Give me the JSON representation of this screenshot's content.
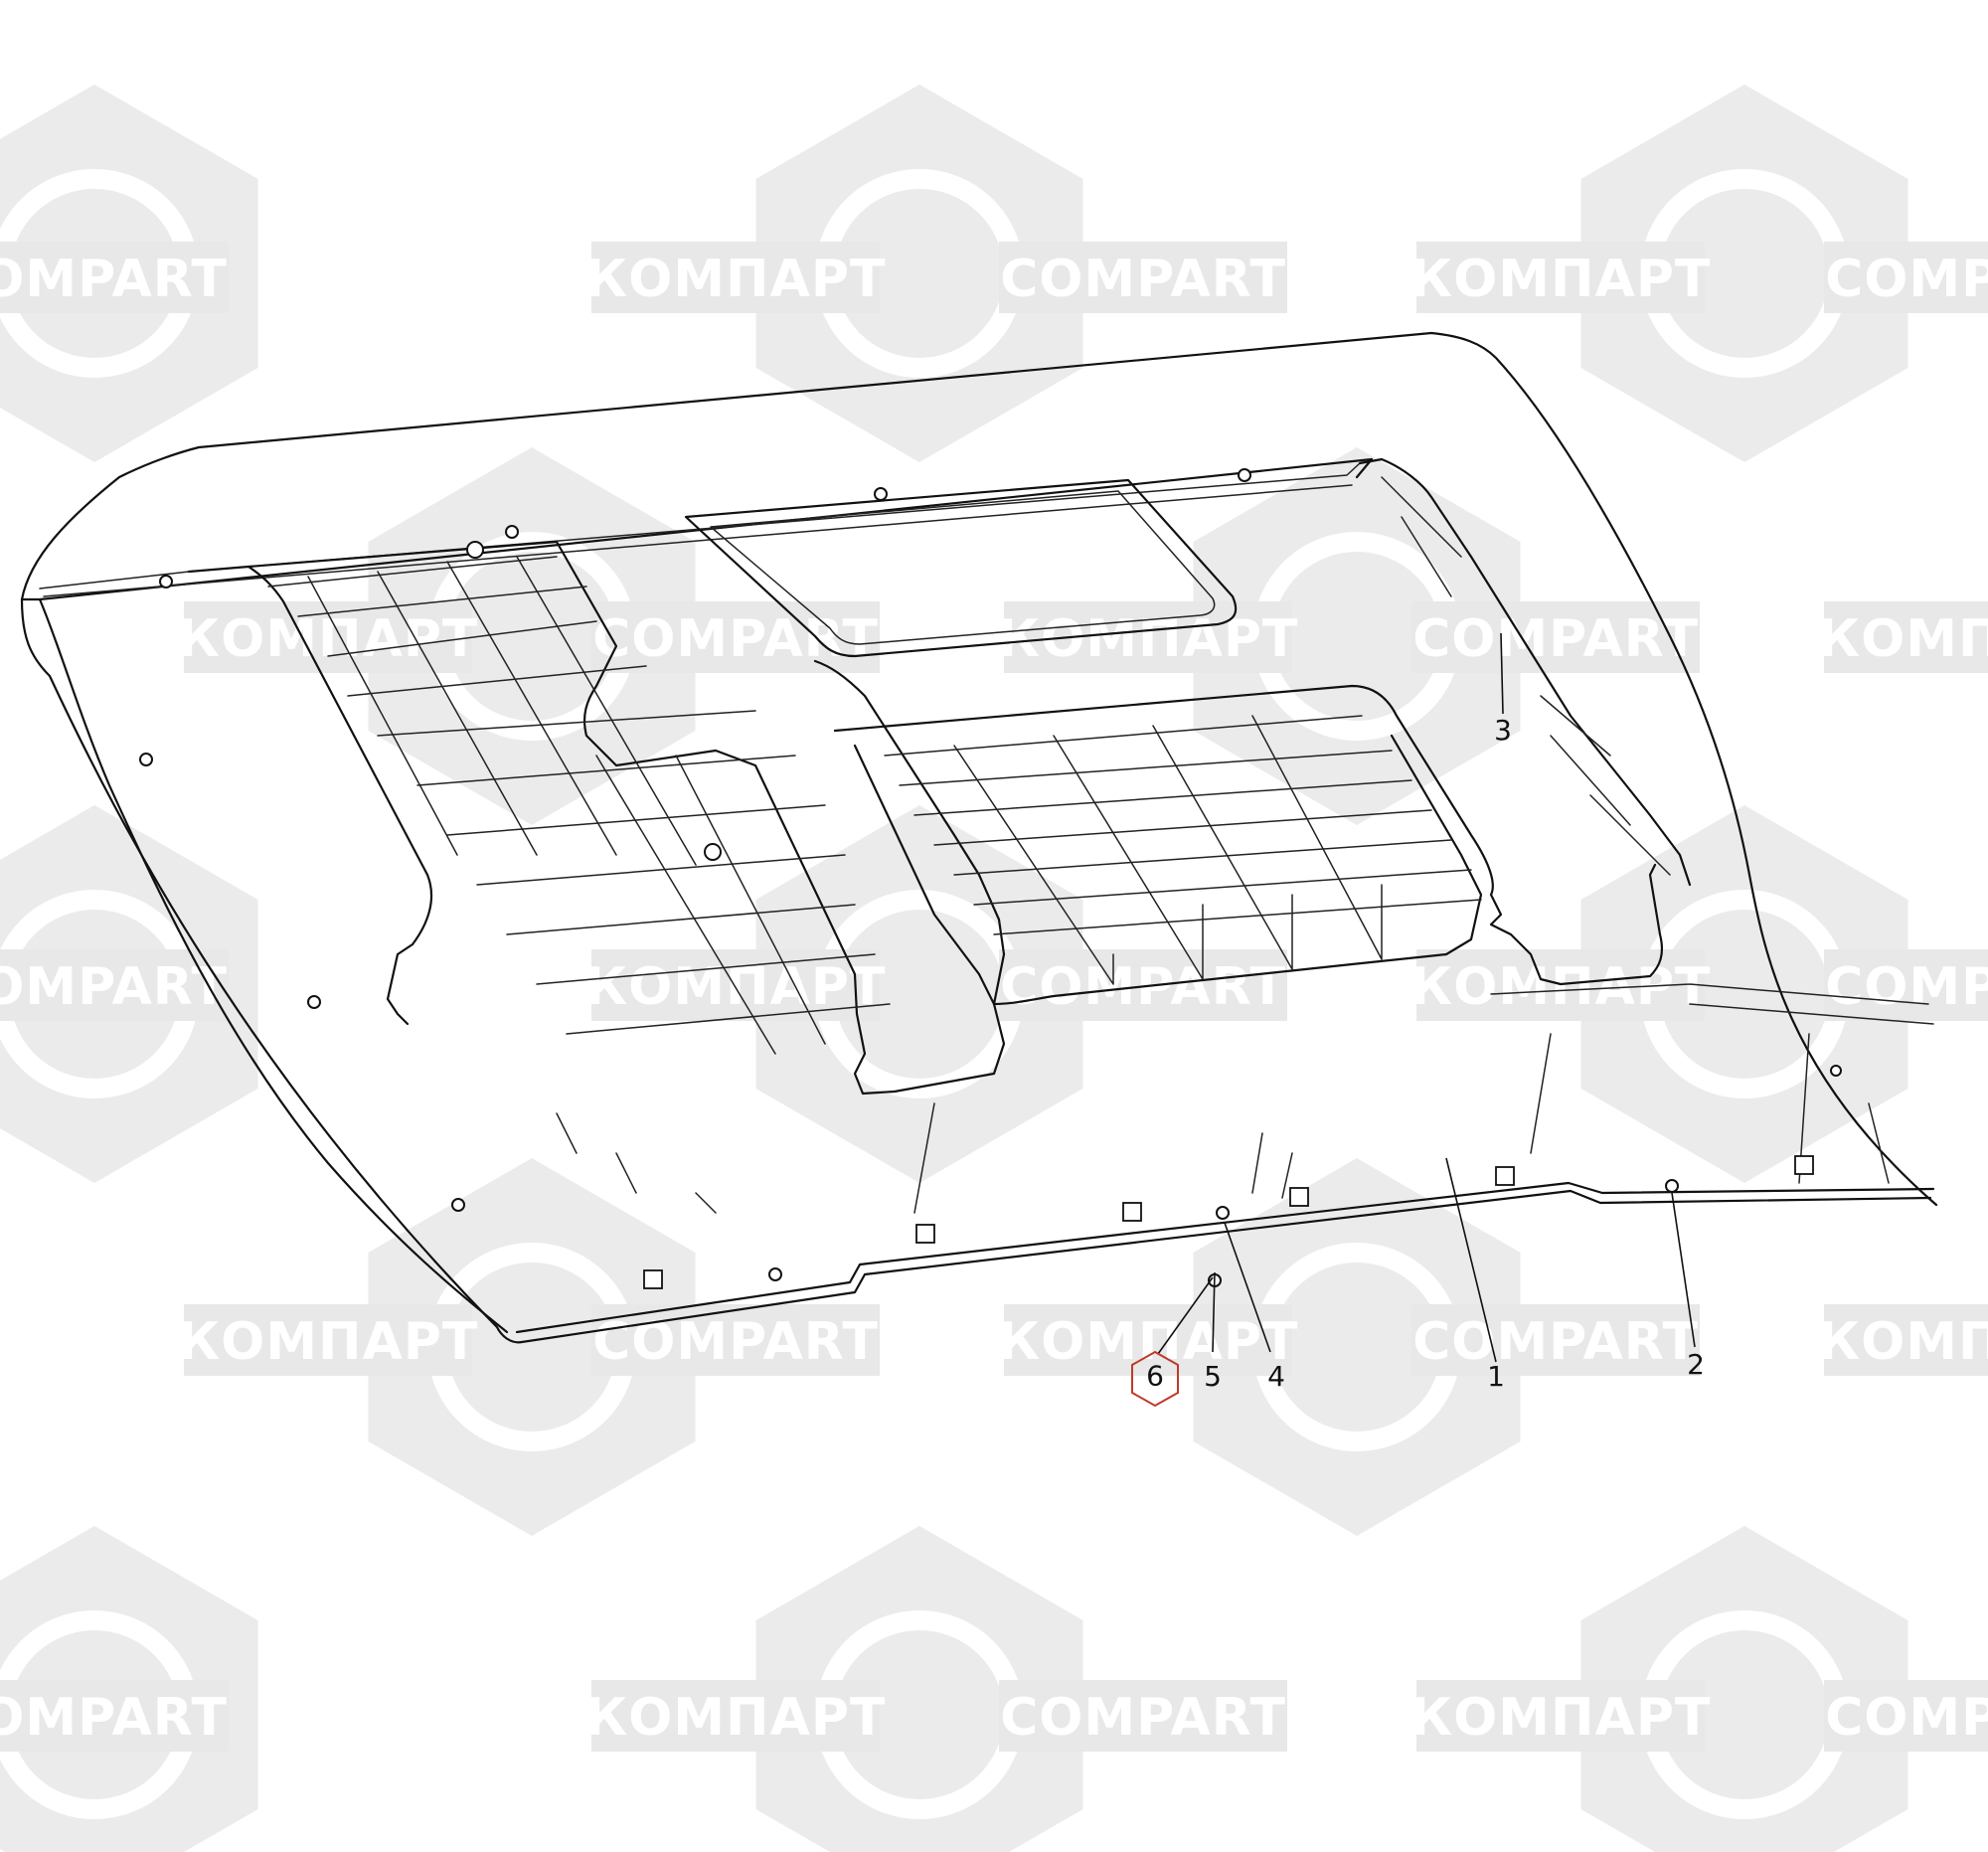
{
  "watermark": {
    "latin": "COMPART",
    "cyrillic": "КОМПАРТ",
    "band_color": "#e8e8e8",
    "hex_color": "#ebebeb"
  },
  "callouts": [
    {
      "id": "1",
      "label": "1"
    },
    {
      "id": "2",
      "label": "2"
    },
    {
      "id": "3",
      "label": "3"
    },
    {
      "id": "4",
      "label": "4"
    },
    {
      "id": "5",
      "label": "5"
    },
    {
      "id": "6",
      "label": "6",
      "highlighted": true,
      "highlight_color": "#c0392b"
    }
  ]
}
